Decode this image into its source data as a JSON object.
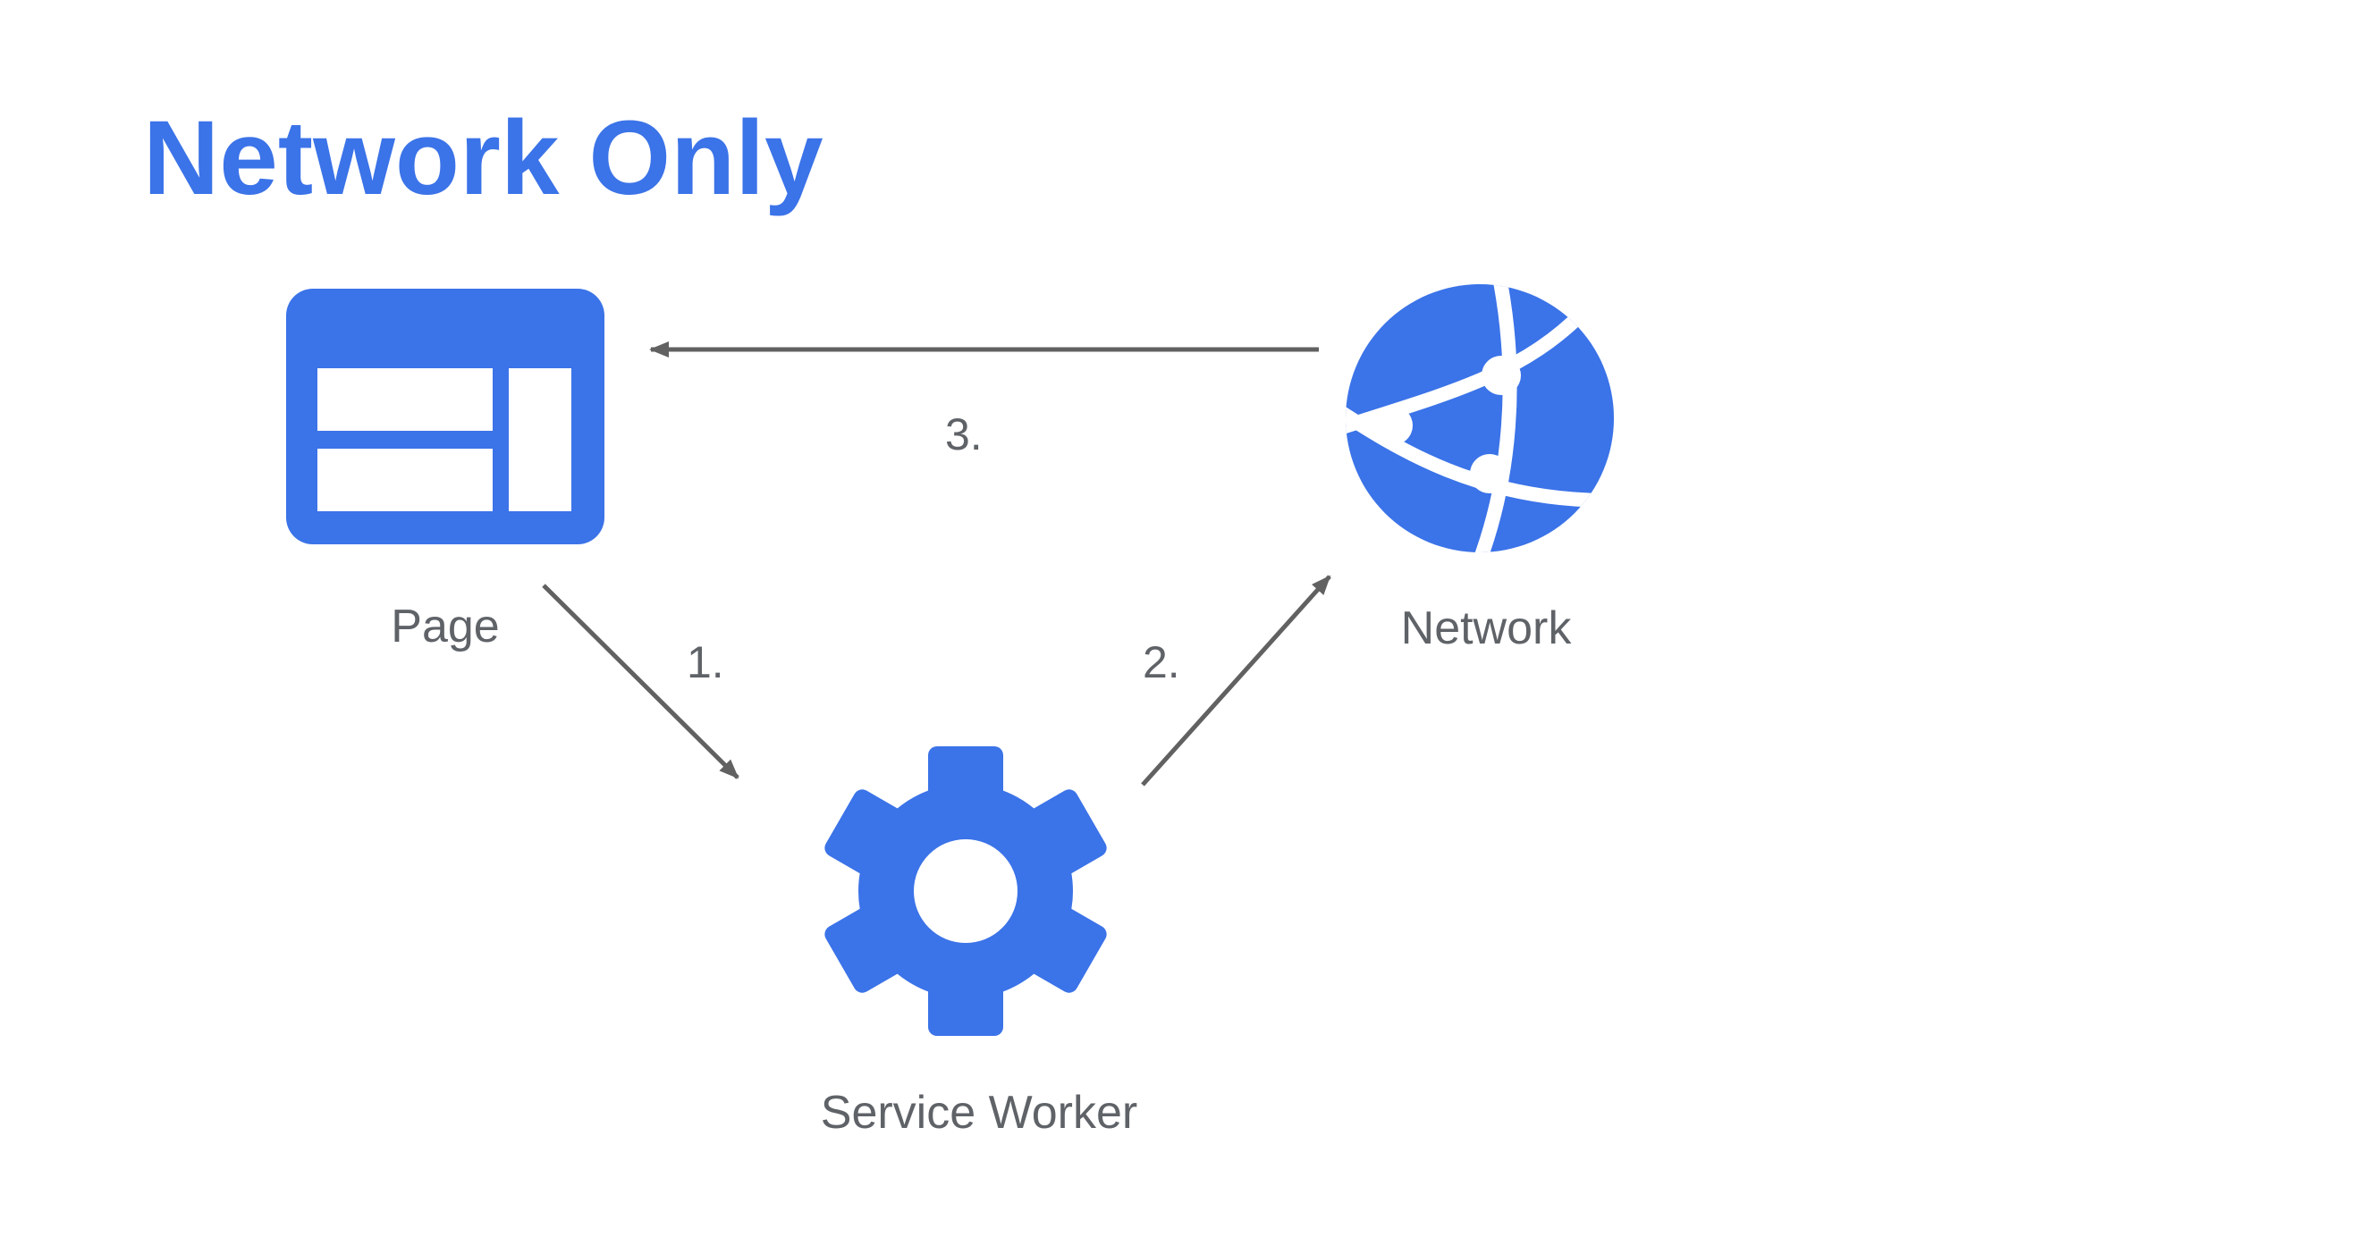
{
  "title": "Network Only",
  "colors": {
    "accent": "#3b73e8",
    "text": "#5f6368",
    "arrow": "#616161",
    "background": "#ffffff"
  },
  "nodes": {
    "page": {
      "label": "Page",
      "icon": "browser-window-icon"
    },
    "network": {
      "label": "Network",
      "icon": "globe-network-icon"
    },
    "service_worker": {
      "label": "Service Worker",
      "icon": "gear-icon"
    }
  },
  "steps": [
    {
      "label": "1.",
      "from": "page",
      "to": "service_worker"
    },
    {
      "label": "2.",
      "from": "service_worker",
      "to": "network"
    },
    {
      "label": "3.",
      "from": "network",
      "to": "page"
    }
  ]
}
